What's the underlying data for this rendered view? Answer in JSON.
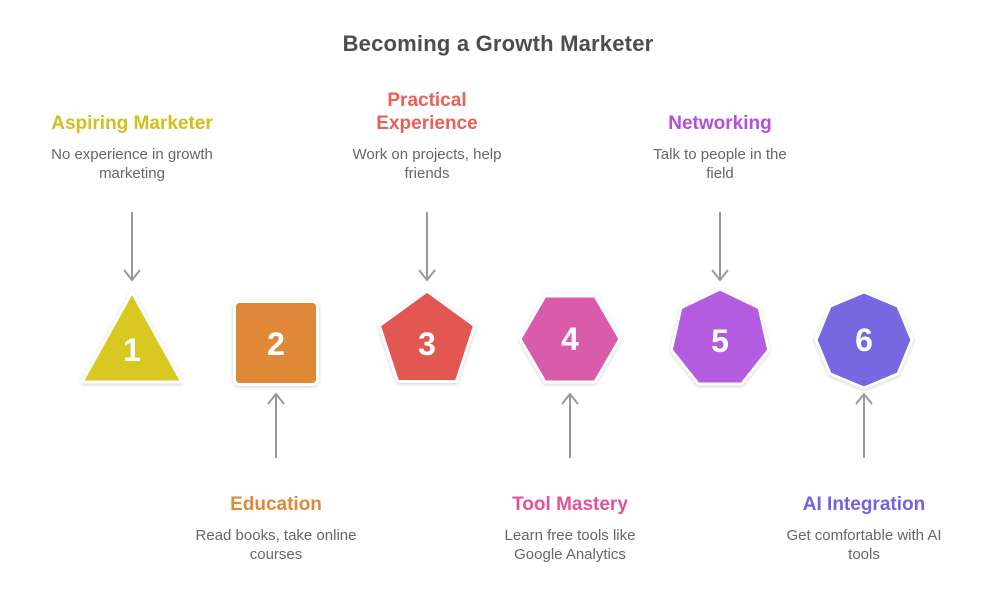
{
  "title": "Becoming a Growth Marketer",
  "colors": {
    "title": "#4d4d4d",
    "subtitle": "#666666",
    "arrow": "#999999"
  },
  "steps": [
    {
      "number": "1",
      "heading": "Aspiring Marketer",
      "heading_color": "#d2bf19",
      "description": "No experience in growth\nmarketing",
      "color": "#d9c822",
      "shape": "triangle"
    },
    {
      "number": "2",
      "heading": "Education",
      "heading_color": "#df8938",
      "description": "Read books, take online\ncourses",
      "color": "#df8938",
      "shape": "square"
    },
    {
      "number": "3",
      "heading": "Practical\nExperience",
      "heading_color": "#ea5f5a",
      "description": "Work on projects, help\nfriends",
      "color": "#e25752",
      "shape": "pentagon"
    },
    {
      "number": "4",
      "heading": "Tool Mastery",
      "heading_color": "#e0519e",
      "description": "Learn free tools like\nGoogle Analytics",
      "color": "#d95cab",
      "shape": "hexagon"
    },
    {
      "number": "5",
      "heading": "Networking",
      "heading_color": "#b44fd8",
      "description": "Talk to people in the\nfield",
      "color": "#b35cdf",
      "shape": "heptagon"
    },
    {
      "number": "6",
      "heading": "AI Integration",
      "heading_color": "#7462de",
      "description": "Get comfortable with AI\ntools",
      "color": "#7767e0",
      "shape": "octagon"
    }
  ]
}
